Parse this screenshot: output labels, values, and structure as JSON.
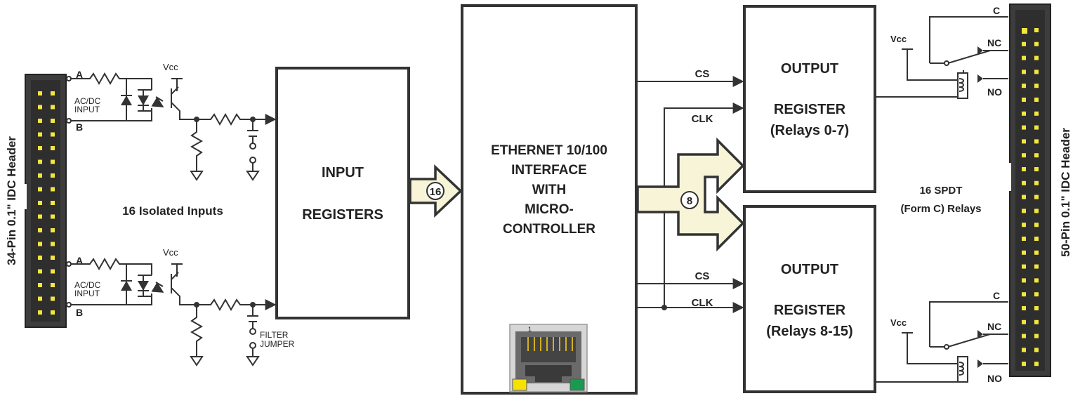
{
  "left_header": {
    "title": "34-Pin 0.1\" IDC Header"
  },
  "right_header": {
    "title": "50-Pin 0.1\" IDC Header"
  },
  "inputs": {
    "label": "16 Isolated Inputs",
    "terminal_a": "A",
    "terminal_b": "B",
    "input_line1": "AC/DC",
    "input_line2": "INPUT",
    "vcc": "Vcc",
    "filter_line1": "FILTER",
    "filter_line2": "JUMPER"
  },
  "input_registers": {
    "line1": "INPUT",
    "line2": "REGISTERS"
  },
  "bus_in": {
    "count": "16"
  },
  "controller": {
    "line1": "ETHERNET 10/100",
    "line2": "INTERFACE",
    "line3": "WITH",
    "line4": "MICRO-",
    "line5": "CONTROLLER",
    "rj45_pin": "1"
  },
  "bus_out": {
    "count": "8"
  },
  "signals": {
    "cs": "CS",
    "clk": "CLK"
  },
  "output_register_1": {
    "line1": "OUTPUT",
    "line2": "REGISTER",
    "line3": "(Relays 0-7)"
  },
  "output_register_2": {
    "line1": "OUTPUT",
    "line2": "REGISTER",
    "line3": "(Relays 8-15)"
  },
  "relays": {
    "label_line1": "16 SPDT",
    "label_line2": "(Form C) Relays",
    "c": "C",
    "nc": "NC",
    "no": "NO",
    "vcc": "Vcc"
  },
  "colors": {
    "arrow_fill": "#f8f4d8",
    "pin": "#f2e640",
    "header_body": "#3d3d3d",
    "led_yellow": "#f5e200",
    "led_green": "#1a9a50"
  }
}
